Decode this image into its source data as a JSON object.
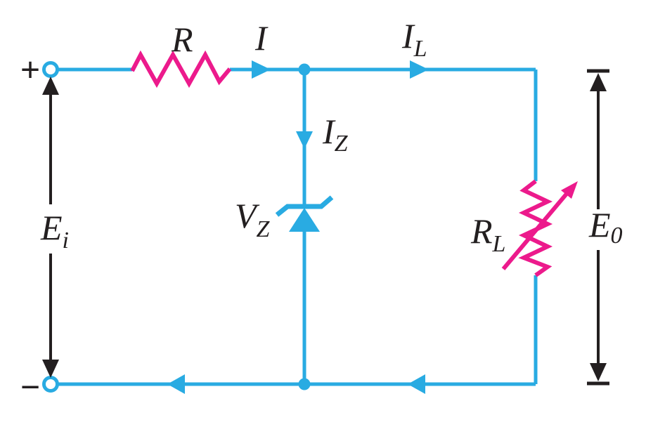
{
  "diagram": {
    "colors": {
      "wire": "#29ABE2",
      "component": "#EC1A8C",
      "annotation": "#231F20",
      "background": "#FFFFFF"
    },
    "labels": {
      "polarity_positive": "+",
      "polarity_negative": "−",
      "input_voltage": {
        "main": "E",
        "sub": "i"
      },
      "series_resistor": "R",
      "input_current": "I",
      "zener_current": {
        "main": "I",
        "sub": "Z"
      },
      "load_current": {
        "main": "I",
        "sub": "L"
      },
      "zener_voltage": {
        "main": "V",
        "sub": "Z"
      },
      "load_resistor": {
        "main": "R",
        "sub": "L"
      },
      "output_voltage": {
        "main": "E",
        "sub": "0"
      }
    }
  }
}
